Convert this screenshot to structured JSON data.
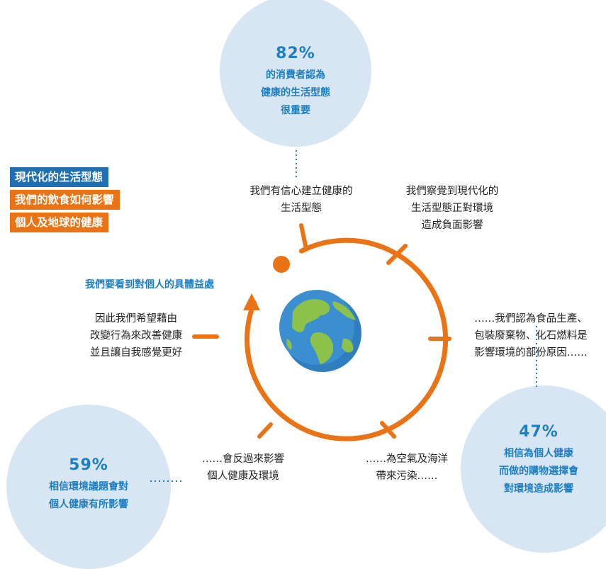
{
  "tags": [
    "現代化的生活型態",
    "我們的飲食如何影響",
    "個人及地球的健康"
  ],
  "stats": {
    "top": {
      "number": "82%",
      "lines": [
        "的消費者認為",
        "健康的生活型態",
        "很重要"
      ]
    },
    "right": {
      "number": "47%",
      "lines": [
        "相信為個人健康",
        "而做的購物選擇會",
        "對環境造成影響"
      ]
    },
    "left": {
      "number": "59%",
      "lines": [
        "相信環境議題會對",
        "個人健康有所影響"
      ]
    }
  },
  "steps": {
    "s1": [
      "我們有信心建立健康的",
      "生活型態"
    ],
    "s2": [
      "我們察覺到現代化的",
      "生活型態正對環境",
      "造成負面影響"
    ],
    "s3": [
      "……我們認為食品生產、",
      "包裝廢棄物、化石燃料是",
      "影響環境的部份原因……"
    ],
    "s4": [
      "……為空氣及海洋",
      "帶來污染……"
    ],
    "s5": [
      "……會反過來影響",
      "個人健康及環境"
    ],
    "s6": [
      "因此我們希望藉由",
      "改變行為來改善健康",
      "並且讓自我感覺更好"
    ]
  },
  "benefit": "我們要看到對個人的具體益處",
  "colors": {
    "accent": "#ea7315",
    "blue": "#1d7fc1",
    "bubble": "#d8e6f3",
    "tag_blue": "#1f6fb5"
  },
  "icons": {
    "center": "globe-icon"
  }
}
